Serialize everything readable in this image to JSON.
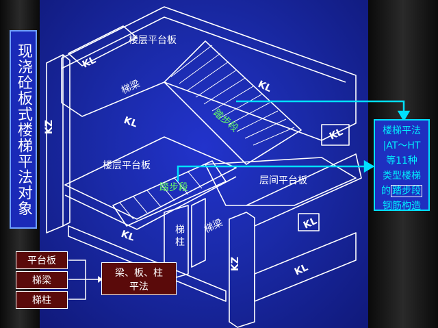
{
  "title": "现浇砼板式楼梯平法对象",
  "labels": {
    "floor_slab_top": "楼层平台板",
    "floor_slab_mid": "楼层平台板",
    "middle_slab": "层间平台板",
    "step_segment_upper": "踏步段",
    "step_segment_lower": "踏步段",
    "stair_beam_upper": "梯梁",
    "stair_beam_lower": "梯梁",
    "stair_column": "梯柱",
    "kl": "KL",
    "kz": "KZ"
  },
  "info_box": {
    "line1": "楼梯平法",
    "line2": "|AT～HT",
    "line3": "等11种",
    "line4": "类型楼梯",
    "line5_prefix": "的",
    "line5_boxed": "踏步段",
    "line6": "钢筋构造"
  },
  "legend": {
    "items": [
      "平台板",
      "梯梁",
      "梯柱"
    ],
    "result_line1": "梁、板、柱",
    "result_line2": "平法"
  },
  "colors": {
    "background": "#1a2aa8",
    "line": "#ffffff",
    "accent": "#00e0ff",
    "label_green": "#66ff66",
    "box_fill": "#5a0a0a"
  }
}
